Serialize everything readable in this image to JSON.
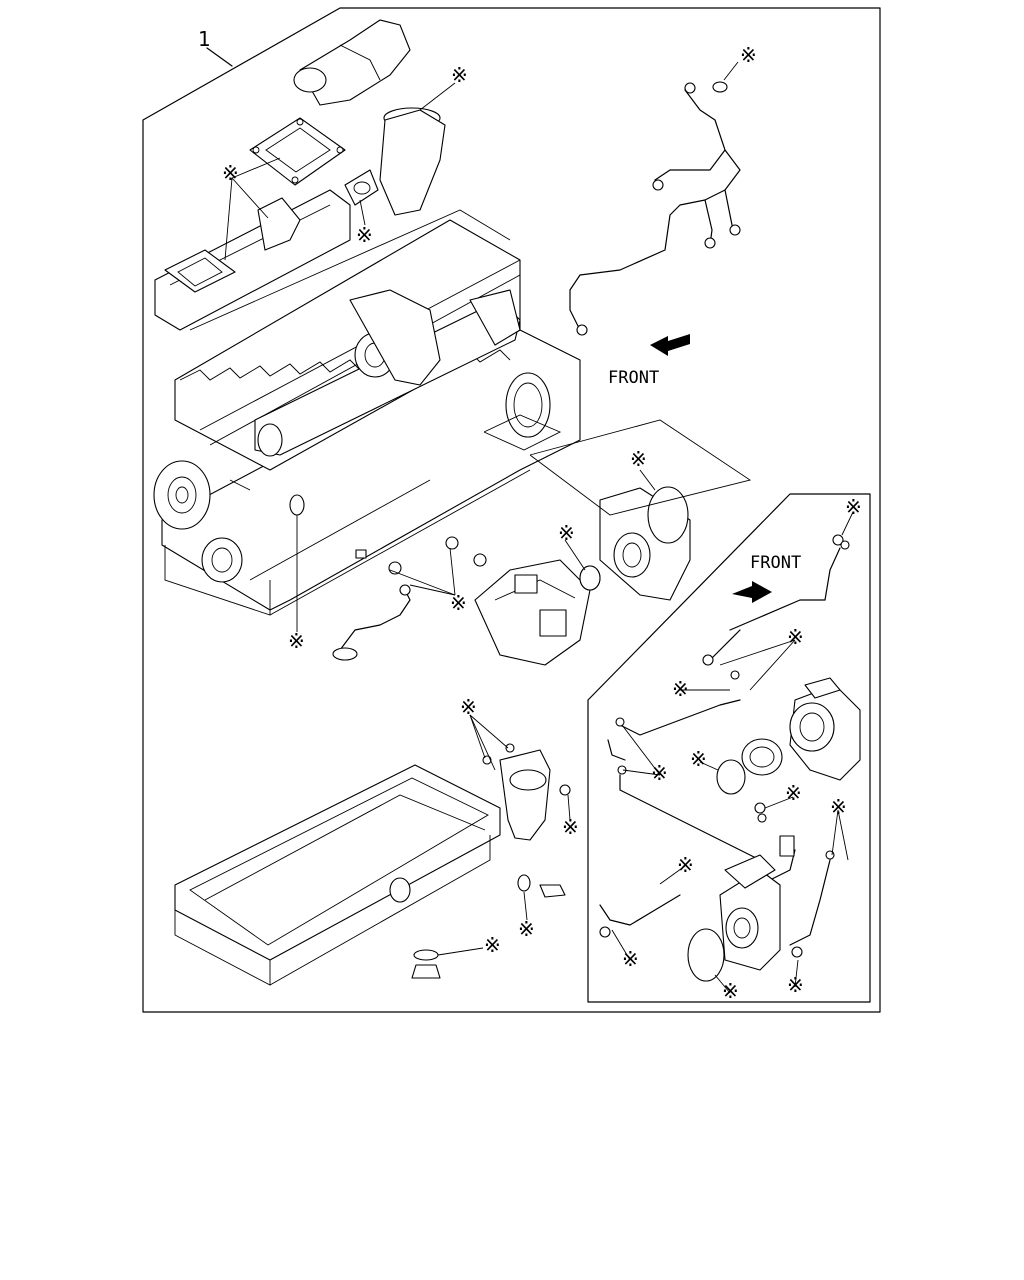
{
  "diagram": {
    "item_number": "1",
    "front_label_main": "FRONT",
    "front_label_inset": "FRONT",
    "marker_symbol": "※"
  }
}
